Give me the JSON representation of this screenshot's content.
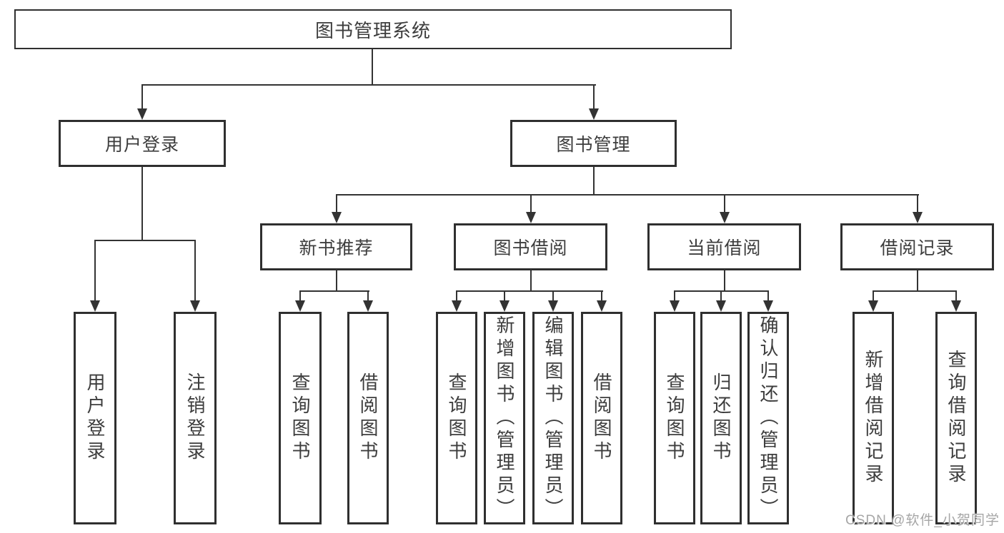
{
  "diagram": {
    "title": "图书管理系统",
    "nodes": {
      "root": "图书管理系统",
      "user_login": "用户登录",
      "book_mgmt": "图书管理",
      "new_book_rec": "新书推荐",
      "book_borrow": "图书借阅",
      "current_borrow": "当前借阅",
      "borrow_records": "借阅记录",
      "ul_login": "用户登录",
      "ul_logout": "注销登录",
      "nbr_query": "查询图书",
      "nbr_borrow": "借阅图书",
      "bb_query": "查询图书",
      "bb_add": "新增图书（管理员）",
      "bb_edit": "编辑图书（管理员）",
      "bb_borrow": "借阅图书",
      "cb_query": "查询图书",
      "cb_return": "归还图书",
      "cb_confirm": "确认归还（管理员）",
      "br_add": "新增借阅记录",
      "br_query": "查询借阅记录"
    },
    "edges": [
      [
        "root",
        "user_login"
      ],
      [
        "root",
        "book_mgmt"
      ],
      [
        "user_login",
        "ul_login"
      ],
      [
        "user_login",
        "ul_logout"
      ],
      [
        "book_mgmt",
        "new_book_rec"
      ],
      [
        "book_mgmt",
        "book_borrow"
      ],
      [
        "book_mgmt",
        "current_borrow"
      ],
      [
        "book_mgmt",
        "borrow_records"
      ],
      [
        "new_book_rec",
        "nbr_query"
      ],
      [
        "new_book_rec",
        "nbr_borrow"
      ],
      [
        "book_borrow",
        "bb_query"
      ],
      [
        "book_borrow",
        "bb_add"
      ],
      [
        "book_borrow",
        "bb_edit"
      ],
      [
        "book_borrow",
        "bb_borrow"
      ],
      [
        "current_borrow",
        "cb_query"
      ],
      [
        "current_borrow",
        "cb_return"
      ],
      [
        "current_borrow",
        "cb_confirm"
      ],
      [
        "borrow_records",
        "br_add"
      ],
      [
        "borrow_records",
        "br_query"
      ]
    ]
  },
  "watermark": "CSDN @软件_小贺同学",
  "colors": {
    "line": "#333333",
    "box_border": "#2f2f2f",
    "text": "#3d3d3d",
    "background": "#ffffff",
    "watermark": "#a6a6a6"
  }
}
